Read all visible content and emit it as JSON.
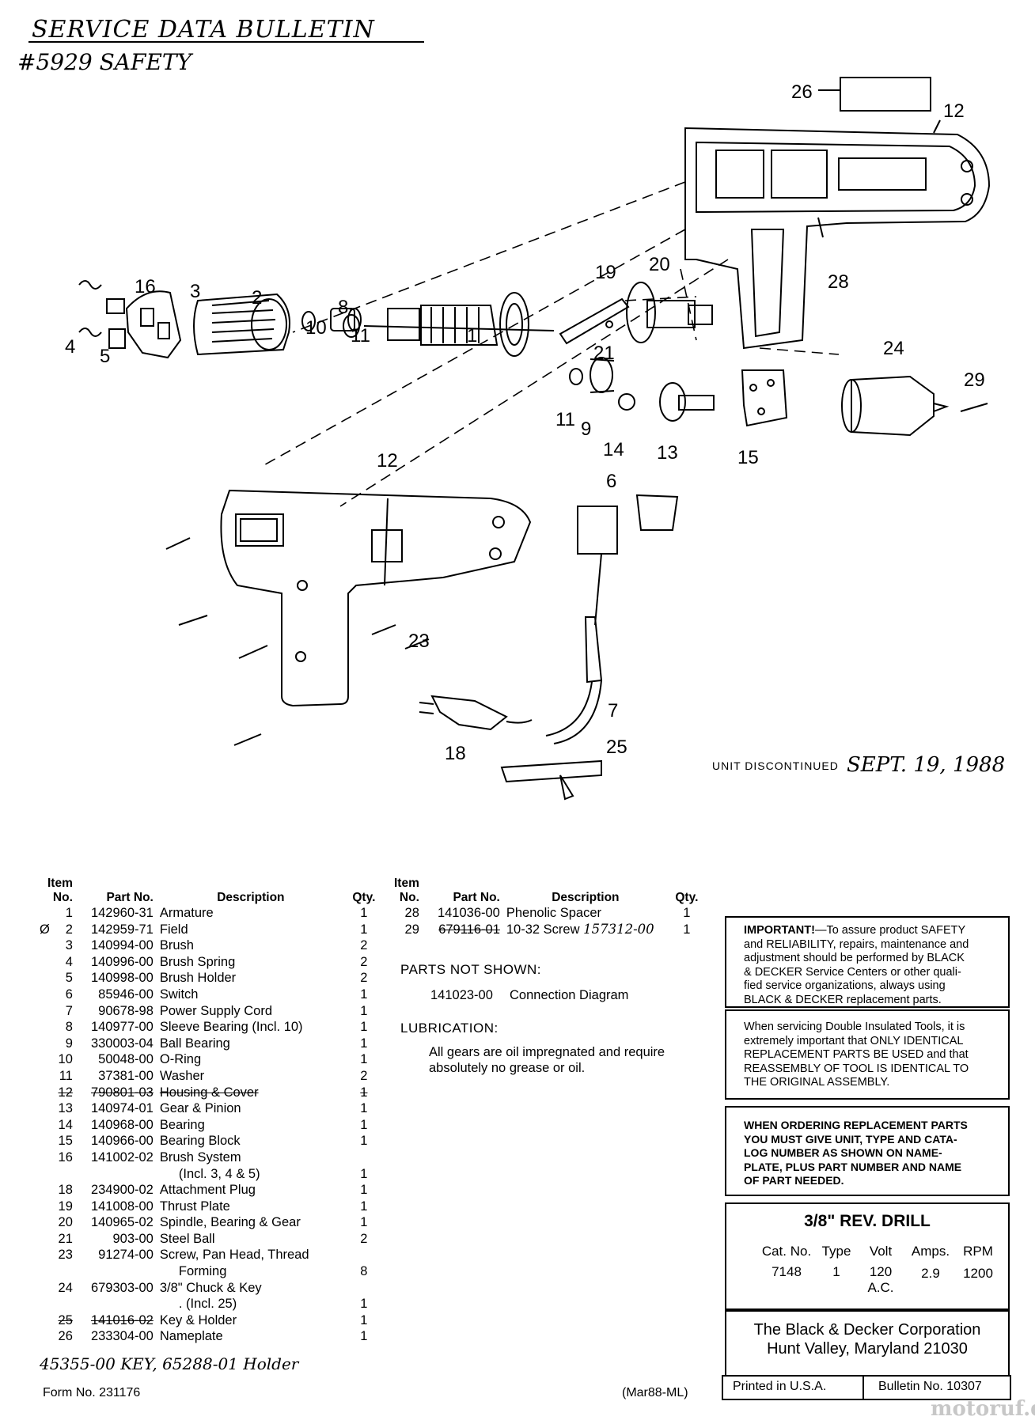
{
  "header": {
    "title": "SERVICE DATA BULLETIN",
    "subtitle": "#5929 SAFETY"
  },
  "diagram": {
    "callouts": [
      "26",
      "12",
      "19",
      "20",
      "28",
      "16",
      "3",
      "2",
      "8",
      "10",
      "11",
      "1",
      "4",
      "5",
      "21",
      "24",
      "29",
      "11",
      "9",
      "14",
      "13",
      "15",
      "12",
      "6",
      "23",
      "7",
      "18",
      "25"
    ]
  },
  "discontinued": {
    "label": "UNIT DISCONTINUED",
    "date": "SEPT. 19, 1988"
  },
  "left_table": {
    "headers": {
      "item": "Item No.",
      "part": "Part No.",
      "desc": "Description",
      "qty": "Qty."
    },
    "rows": [
      {
        "item": "1",
        "part": "142960-31",
        "desc": "Armature",
        "qty": "1"
      },
      {
        "item": "2",
        "part": "142959-71",
        "desc": "Field",
        "qty": "1",
        "mark": "Ø"
      },
      {
        "item": "3",
        "part": "140994-00",
        "desc": "Brush",
        "qty": "2"
      },
      {
        "item": "4",
        "part": "140996-00",
        "desc": "Brush Spring",
        "qty": "2"
      },
      {
        "item": "5",
        "part": "140998-00",
        "desc": "Brush Holder",
        "qty": "2"
      },
      {
        "item": "6",
        "part": "85946-00",
        "desc": "Switch",
        "qty": "1"
      },
      {
        "item": "7",
        "part": "90678-98",
        "desc": "Power Supply Cord",
        "qty": "1"
      },
      {
        "item": "8",
        "part": "140977-00",
        "desc": "Sleeve Bearing (Incl. 10)",
        "qty": "1"
      },
      {
        "item": "9",
        "part": "330003-04",
        "desc": "Ball Bearing",
        "qty": "1"
      },
      {
        "item": "10",
        "part": "50048-00",
        "desc": "O-Ring",
        "qty": "1"
      },
      {
        "item": "11",
        "part": "37381-00",
        "desc": "Washer",
        "qty": "2"
      },
      {
        "item": "12",
        "part": "790801-03",
        "desc": "Housing & Cover",
        "qty": "1",
        "struck": true
      },
      {
        "item": "13",
        "part": "140974-01",
        "desc": "Gear & Pinion",
        "qty": "1"
      },
      {
        "item": "14",
        "part": "140968-00",
        "desc": "Bearing",
        "qty": "1"
      },
      {
        "item": "15",
        "part": "140966-00",
        "desc": "Bearing Block",
        "qty": "1"
      },
      {
        "item": "16",
        "part": "141002-02",
        "desc": "Brush System",
        "qty": ""
      },
      {
        "item": "",
        "part": "",
        "desc": "(Incl. 3, 4 & 5)",
        "qty": "1",
        "indent": true
      },
      {
        "item": "18",
        "part": "234900-02",
        "desc": "Attachment Plug",
        "qty": "1"
      },
      {
        "item": "19",
        "part": "141008-00",
        "desc": "Thrust Plate",
        "qty": "1"
      },
      {
        "item": "20",
        "part": "140965-02",
        "desc": "Spindle, Bearing & Gear",
        "qty": "1"
      },
      {
        "item": "21",
        "part": "903-00",
        "desc": "Steel Ball",
        "qty": "2"
      },
      {
        "item": "23",
        "part": "91274-00",
        "desc": "Screw, Pan Head, Thread",
        "qty": ""
      },
      {
        "item": "",
        "part": "",
        "desc": "Forming",
        "qty": "8",
        "indent": true
      },
      {
        "item": "24",
        "part": "679303-00",
        "desc": "3/8\" Chuck & Key",
        "qty": ""
      },
      {
        "item": "",
        "part": "",
        "desc": ". (Incl. 25)",
        "qty": "1",
        "indent": true
      },
      {
        "item": "25",
        "part": "141016-02",
        "desc": "Key & Holder",
        "qty": "1",
        "struck_num": true
      },
      {
        "item": "26",
        "part": "233304-00",
        "desc": "Nameplate",
        "qty": "1"
      }
    ],
    "handwritten_note": "45355-00 KEY, 65288-01 Holder"
  },
  "right_table": {
    "headers": {
      "item": "Item No.",
      "part": "Part No.",
      "desc": "Description",
      "qty": "Qty."
    },
    "rows": [
      {
        "item": "28",
        "part": "141036-00",
        "desc": "Phenolic Spacer",
        "qty": "1"
      },
      {
        "item": "29",
        "part": "679116-01",
        "desc": "10-32 Screw",
        "qty": "1",
        "struck_part": true,
        "handwritten": "157312-00"
      }
    ]
  },
  "parts_not_shown": {
    "title": "PARTS NOT SHOWN:",
    "part": "141023-00",
    "desc": "Connection Diagram"
  },
  "lubrication": {
    "title": "LUBRICATION:",
    "text1": "All gears are oil impregnated and require",
    "text2": "absolutely no grease or oil."
  },
  "important_box": {
    "lead": "IMPORTANT!",
    "l1": "—To assure product SAFETY",
    "l2": "and RELIABILITY, repairs, maintenance and",
    "l3": "adjustment should be performed by BLACK",
    "l4": "& DECKER Service Centers or other quali-",
    "l5": "fied service organizations, always using",
    "l6": "BLACK & DECKER replacement parts."
  },
  "double_insulated_box": {
    "l1": "When servicing Double Insulated Tools, it is",
    "l2": "extremely important that ONLY IDENTICAL",
    "l3": "REPLACEMENT PARTS BE USED and that",
    "l4": "REASSEMBLY OF TOOL IS IDENTICAL TO",
    "l5": "THE ORIGINAL ASSEMBLY."
  },
  "ordering_box": {
    "l1": "WHEN ORDERING REPLACEMENT PARTS",
    "l2": "YOU MUST GIVE UNIT, TYPE AND CATA-",
    "l3": "LOG NUMBER AS SHOWN ON NAME-",
    "l4": "PLATE, PLUS PART NUMBER AND NAME",
    "l5": "OF PART NEEDED."
  },
  "product": {
    "name": "3/8\" REV. DRILL",
    "cols": [
      "Cat. No.",
      "Type",
      "Volt",
      "Amps.",
      "RPM"
    ],
    "vals": [
      "7148",
      "1",
      "120",
      "2.9",
      "1200"
    ],
    "volt_sub": "A.C."
  },
  "company": {
    "l1": "The Black & Decker Corporation",
    "l2": "Hunt Valley, Maryland 21030"
  },
  "footer": {
    "printed": "Printed in U.S.A.",
    "bulletin": "Bulletin No. 10307",
    "form": "Form No. 231176",
    "date_code": "(Mar88-ML)",
    "watermark": "motoruf.de"
  }
}
